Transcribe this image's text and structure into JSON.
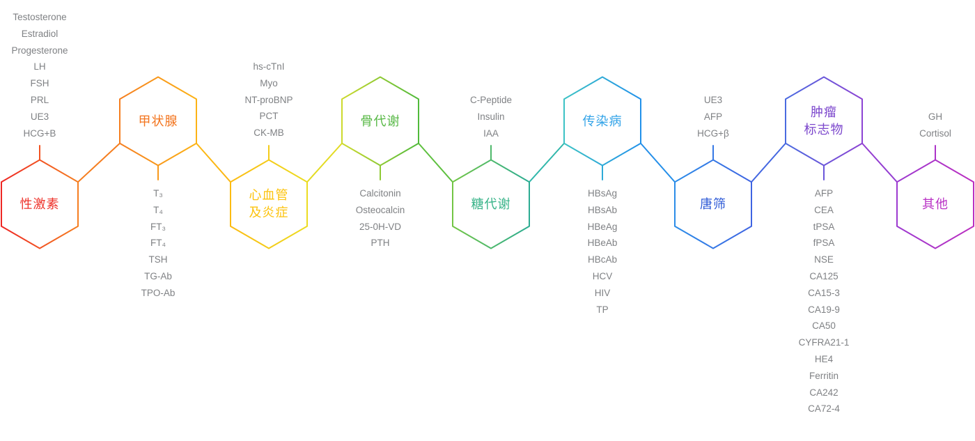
{
  "diagram": {
    "list_item_color": "#7f8184",
    "categories": [
      {
        "label_lines": [
          "性激素"
        ],
        "label_color": "#ee332b",
        "stroke_left": "#ee2724",
        "stroke_right": "#f57e20",
        "items": [
          "Testosterone",
          "Estradiol",
          "Progesterone",
          "LH",
          "FSH",
          "PRL",
          "UE3",
          "HCG+B"
        ]
      },
      {
        "label_lines": [
          "甲状腺"
        ],
        "label_color": "#f3751f",
        "stroke_left": "#f57e20",
        "stroke_right": "#fcb315",
        "items": [
          "T₃",
          "T₄",
          "FT₃",
          "FT₄",
          "TSH",
          "TG-Ab",
          "TPO-Ab"
        ]
      },
      {
        "label_lines": [
          "心血管",
          "及炎症"
        ],
        "label_color": "#fcc30d",
        "stroke_left": "#fcbb12",
        "stroke_right": "#ecdc20",
        "items": [
          "hs-cTnI",
          "Myo",
          "NT-proBNP",
          "PCT",
          "CK-MB"
        ]
      },
      {
        "label_lines": [
          "骨代谢"
        ],
        "label_color": "#57b845",
        "stroke_left": "#cdd92c",
        "stroke_right": "#50ba3b",
        "items": [
          "Calcitonin",
          "Osteocalcin",
          "25-0H-VD",
          "PTH"
        ]
      },
      {
        "label_lines": [
          "糖代谢"
        ],
        "label_color": "#37b388",
        "stroke_left": "#72c544",
        "stroke_right": "#2bac92",
        "items": [
          "C-Peptide",
          "Insulin",
          "IAA"
        ]
      },
      {
        "label_lines": [
          "传染病"
        ],
        "label_color": "#34a4e8",
        "stroke_left": "#3cc2c4",
        "stroke_right": "#2191ea",
        "items": [
          "HBsAg",
          "HBsAb",
          "HBeAg",
          "HBeAb",
          "HBcAb",
          "HCV",
          "HIV",
          "TP"
        ]
      },
      {
        "label_lines": [
          "唐筛"
        ],
        "label_color": "#2c59d6",
        "stroke_left": "#2b8ce8",
        "stroke_right": "#3f64e2",
        "items": [
          "UE3",
          "AFP",
          "HCG+β"
        ]
      },
      {
        "label_lines": [
          "肿瘤",
          "标志物"
        ],
        "label_color": "#7b46cc",
        "stroke_left": "#4a6ae0",
        "stroke_right": "#8c43d3",
        "items": [
          "AFP",
          "CEA",
          "tPSA",
          "fPSA",
          "NSE",
          "CA125",
          "CA15-3",
          "CA19-9",
          "CA50",
          "CYFRA21-1",
          "HE4",
          "Ferritin",
          "CA242",
          "CA72-4"
        ]
      },
      {
        "label_lines": [
          "其他"
        ],
        "label_color": "#b932c5",
        "stroke_left": "#9d3ad0",
        "stroke_right": "#bb2ec0",
        "items": [
          "GH",
          "Cortisol"
        ]
      }
    ],
    "links": [
      {
        "color": "#f57e20"
      },
      {
        "color": "#fcb713"
      },
      {
        "color": "#e3db22"
      },
      {
        "color": "#5ec03f"
      },
      {
        "color": "#31b7ab"
      },
      {
        "color": "#258fe9"
      },
      {
        "color": "#4467e1"
      },
      {
        "color": "#943ed1"
      }
    ]
  }
}
